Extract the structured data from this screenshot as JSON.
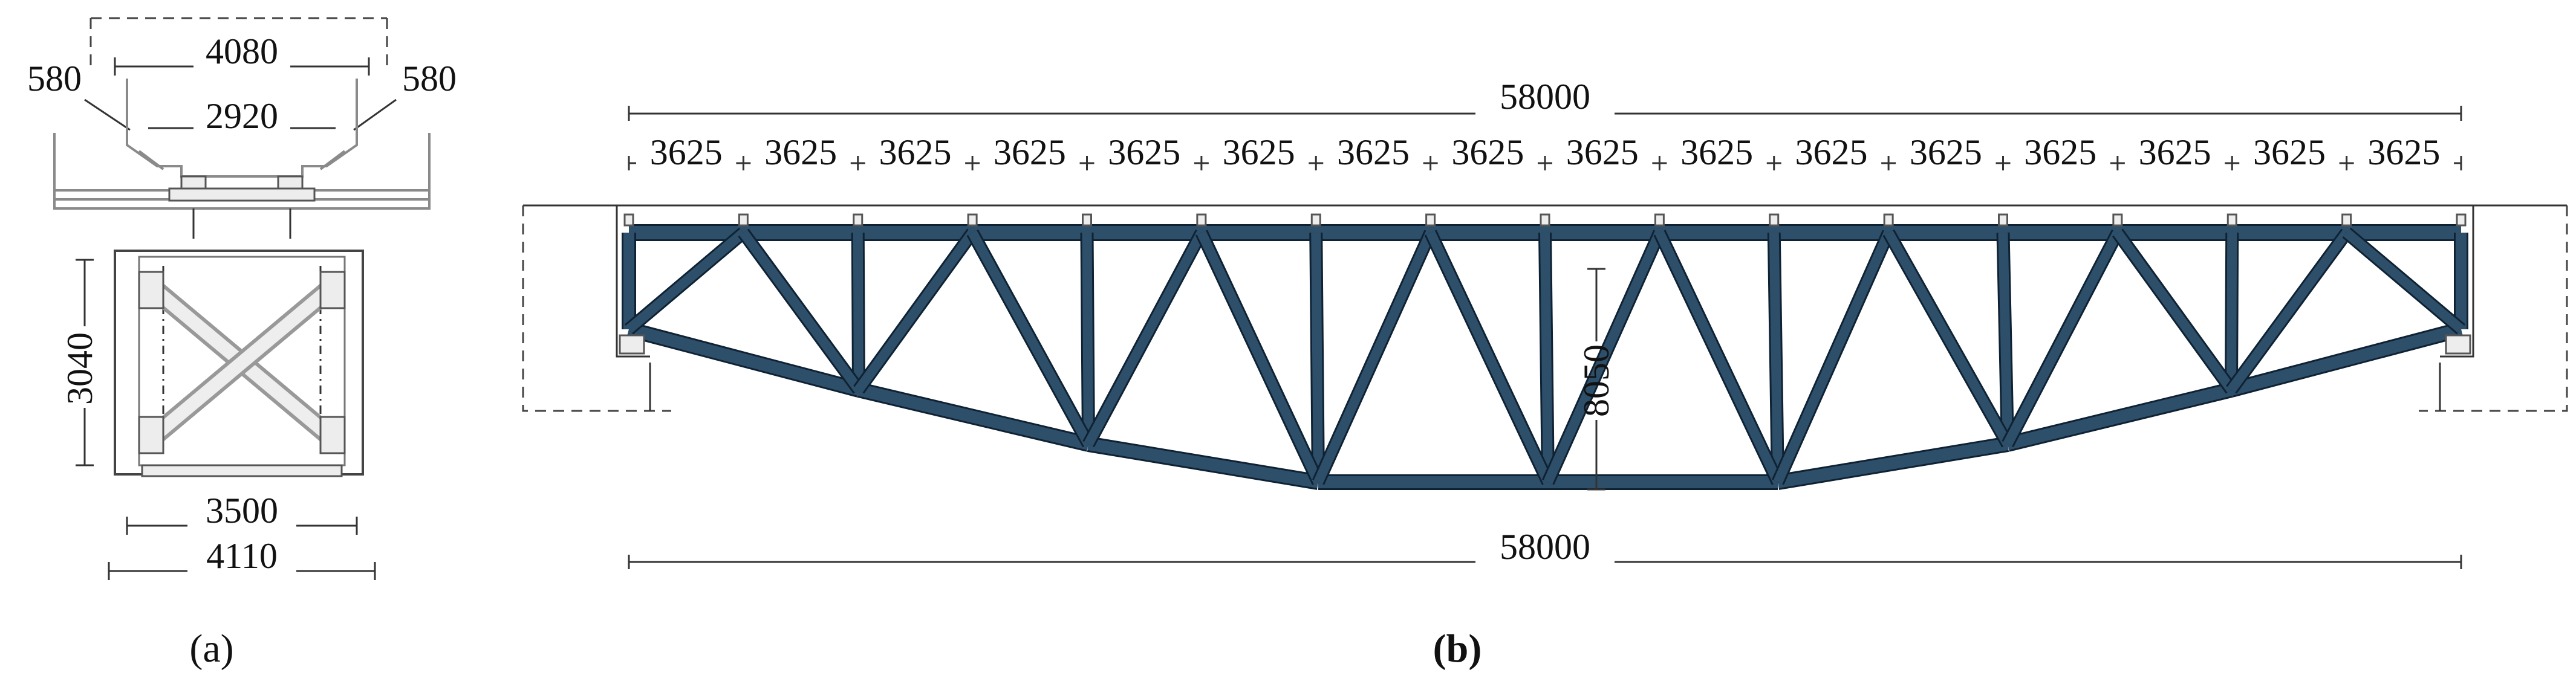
{
  "section_view": {
    "caption": "(a)",
    "dims": {
      "top_width": "4080",
      "inner_width": "2920",
      "left_offset": "580",
      "right_offset": "580",
      "height": "3040",
      "bottom_inner": "3500",
      "bottom_outer": "4110"
    }
  },
  "elevation_view": {
    "caption": "(b)",
    "span_top": "58000",
    "span_bottom": "58000",
    "depth": "8050",
    "panel_labels": [
      "3625",
      "3625",
      "3625",
      "3625",
      "3625",
      "3625",
      "3625",
      "3625",
      "3625",
      "3625",
      "3625",
      "3625",
      "3625",
      "3625",
      "3625",
      "3625"
    ]
  },
  "colors": {
    "steel": "#2e4f6a",
    "steel_edge": "#0f2233",
    "line": "#333333"
  }
}
